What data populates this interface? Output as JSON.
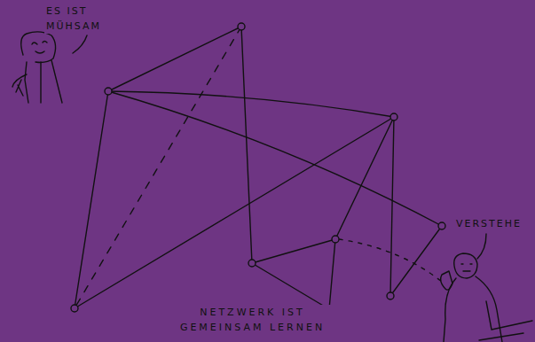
{
  "diagram": {
    "caption": "NETZWERK IST GEMEINSAM LERNEN",
    "labels": [
      "ES IST MÜHSAM",
      "VERSTEHE"
    ]
  }
}
